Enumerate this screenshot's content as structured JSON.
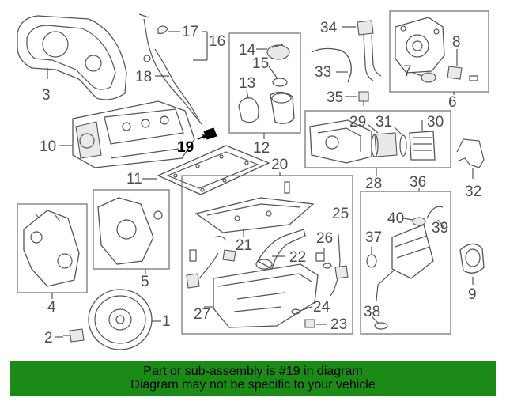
{
  "labels": {
    "l1": "1",
    "l2": "2",
    "l3": "3",
    "l4": "4",
    "l5": "5",
    "l6": "6",
    "l7": "7",
    "l8": "8",
    "l9": "9",
    "l10": "10",
    "l11": "11",
    "l12": "12",
    "l13": "13",
    "l14": "14",
    "l15": "15",
    "l16": "16",
    "l17": "17",
    "l18": "18",
    "l19": "19",
    "l20": "20",
    "l21": "21",
    "l22": "22",
    "l23": "23",
    "l24": "24",
    "l25": "25",
    "l26": "26",
    "l27": "27",
    "l28": "28",
    "l29": "29",
    "l30": "30",
    "l31": "31",
    "l32": "32",
    "l33": "33",
    "l34": "34",
    "l35": "35",
    "l36": "36",
    "l37": "37",
    "l38": "38",
    "l39": "39",
    "l40": "40"
  },
  "highlight_part": "19",
  "footer": {
    "line1": "Part or sub-assembly is #19 in diagram",
    "line2": "Diagram may not be specific to your vehicle"
  },
  "colors": {
    "banner": "#1b8a17",
    "line_art": "#555555"
  }
}
